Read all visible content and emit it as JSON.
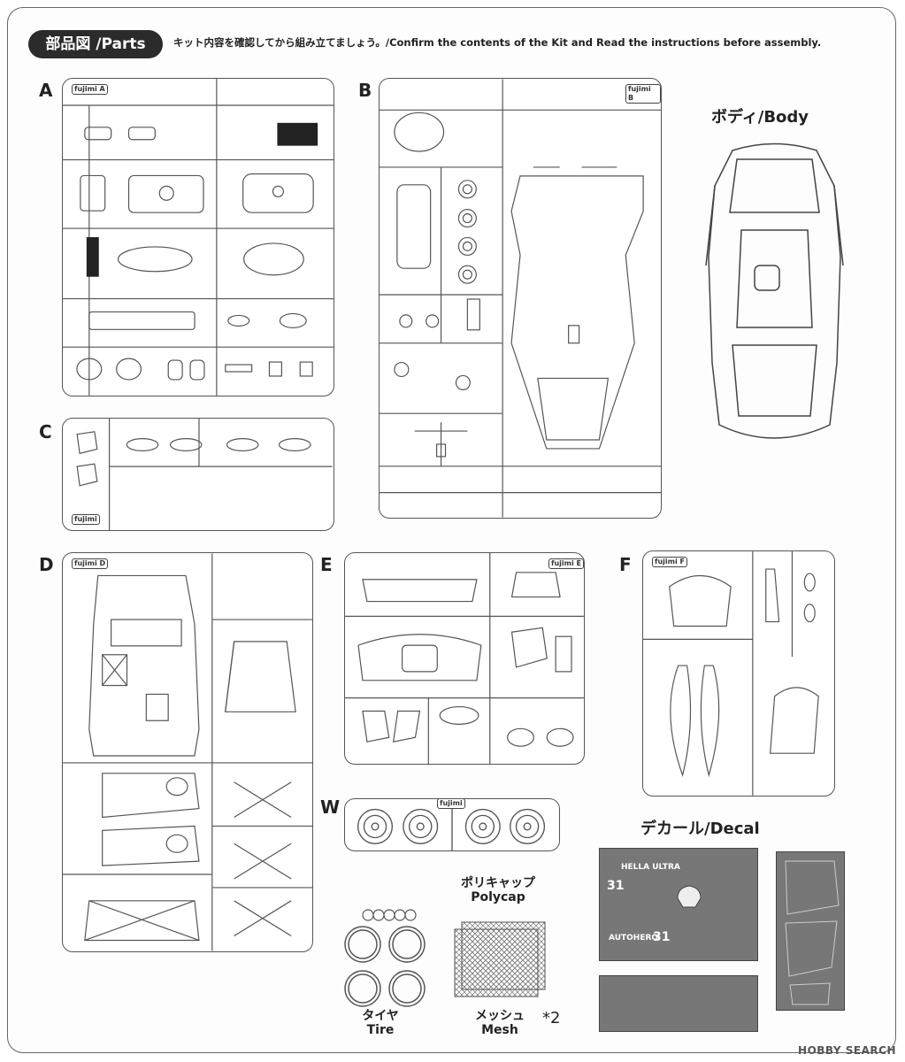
{
  "header": {
    "badge": "部品図 /Parts",
    "instruction": "キット内容を確認してから組み立てましょう。/Confirm the contents of the Kit and Read the instructions before assembly."
  },
  "sprues": {
    "A": {
      "letter": "A",
      "tag": "fujimi A"
    },
    "B": {
      "letter": "B",
      "tag": "fujimi B"
    },
    "C": {
      "letter": "C",
      "tag": "fujimi"
    },
    "D": {
      "letter": "D",
      "tag": "fujimi D"
    },
    "E": {
      "letter": "E",
      "tag": "fujimi E"
    },
    "F": {
      "letter": "F",
      "tag": "fujimi F"
    },
    "W": {
      "letter": "W",
      "tag": "fujimi"
    }
  },
  "body": {
    "label": "ボディ/Body"
  },
  "decal": {
    "label": "デカール/Decal",
    "texts": [
      "HELLA ULTRA",
      "31",
      "AUTOHERO",
      "31"
    ]
  },
  "polycap": {
    "label_jp": "ポリキャップ",
    "label_en": "Polycap"
  },
  "tire": {
    "label_jp": "タイヤ",
    "label_en": "Tire"
  },
  "mesh": {
    "label_jp": "メッシュ",
    "label_en": "Mesh",
    "qty": "*2"
  },
  "watermark": "HOBBY SEARCH"
}
